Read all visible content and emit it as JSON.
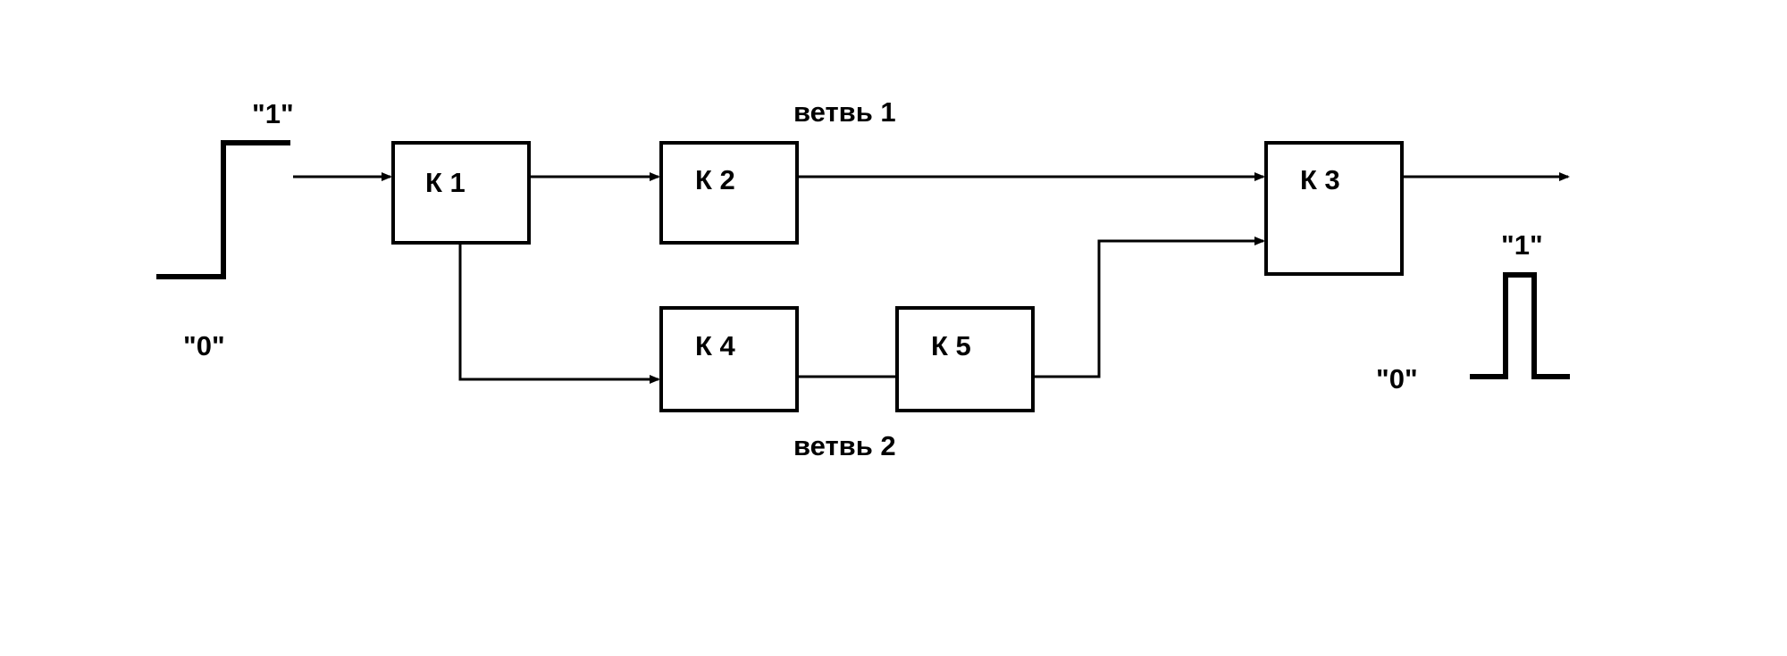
{
  "input_signal": {
    "high_label": "\"1\"",
    "low_label": "\"0\""
  },
  "output_signal": {
    "high_label": "\"1\"",
    "low_label": "\"0\""
  },
  "blocks": {
    "k1": "К 1",
    "k2": "К 2",
    "k3": "К 3",
    "k4": "К 4",
    "k5": "К 5"
  },
  "branches": {
    "branch1": "ветвь 1",
    "branch2": "ветвь 2"
  }
}
